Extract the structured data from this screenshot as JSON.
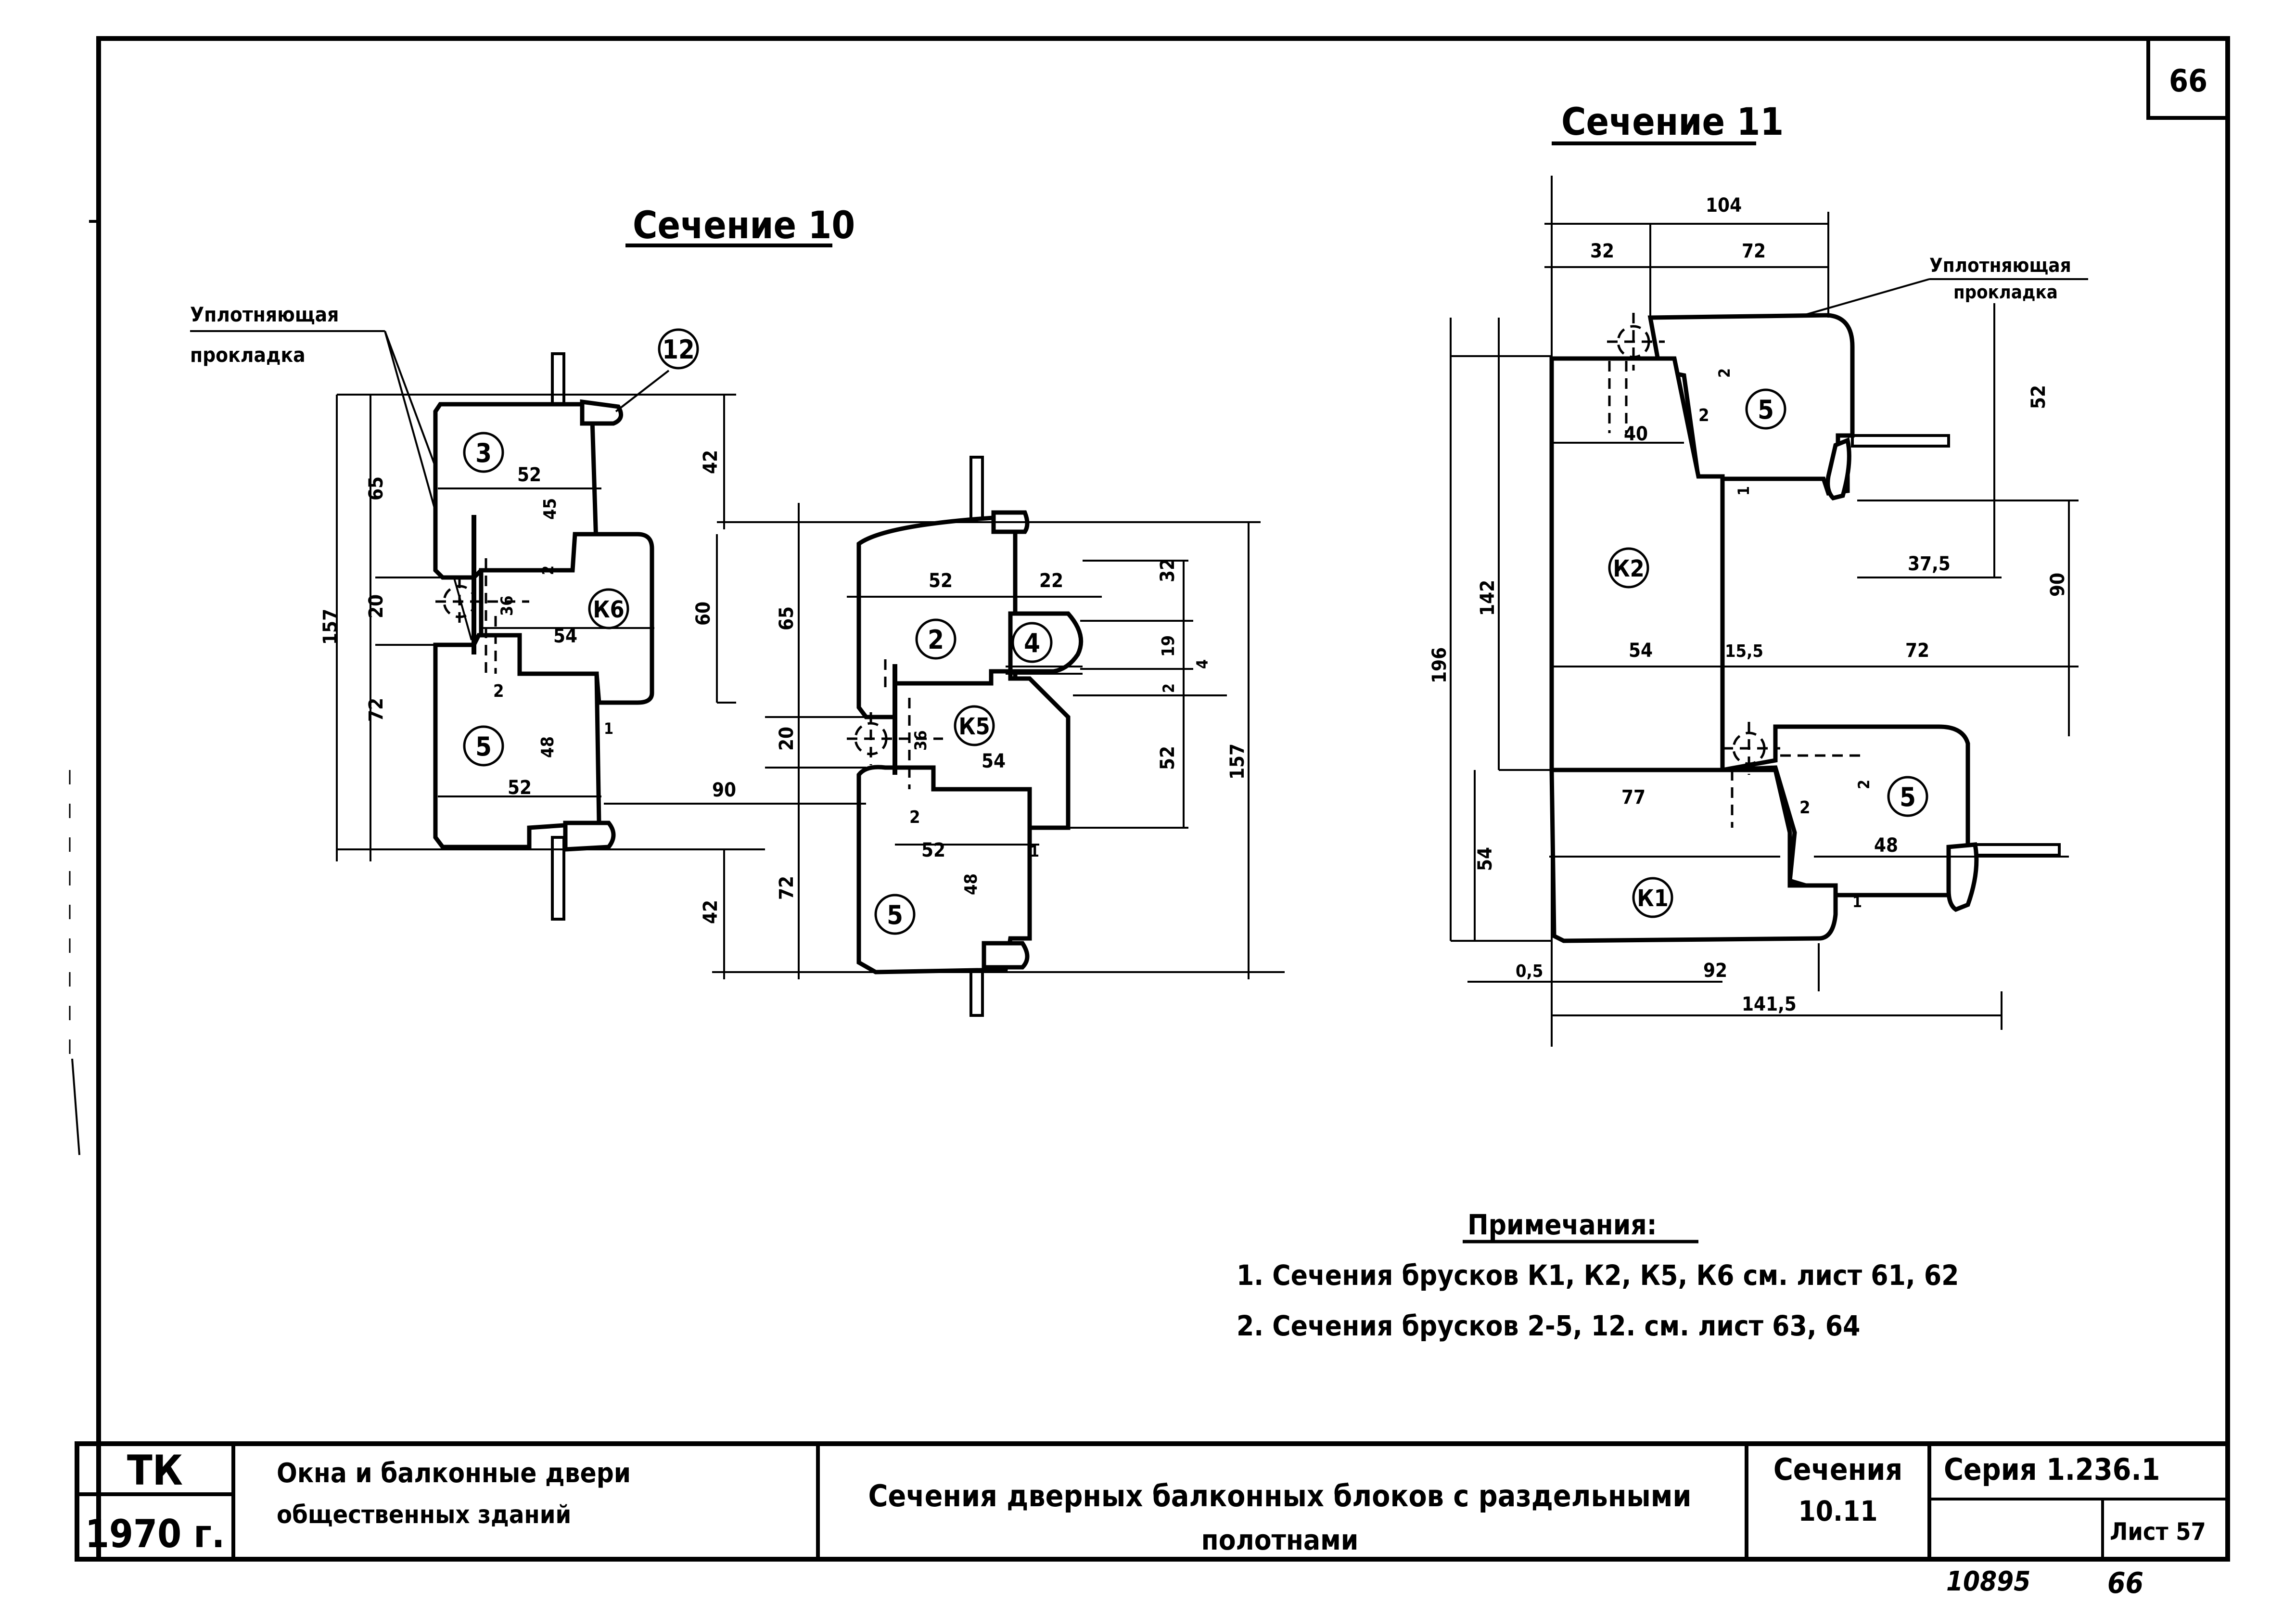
{
  "sheet": {
    "page_number": "66",
    "handwritten_bottom": "10895",
    "handwritten_bottom_right": "66"
  },
  "section10": {
    "title": "Сечение 10",
    "seal_label": [
      "Уплотняющая",
      "прокладка"
    ],
    "parts": [
      "3",
      "К6",
      "5",
      "12",
      "2",
      "4",
      "К5",
      "5"
    ],
    "dims": [
      "65",
      "20",
      "72",
      "157",
      "52",
      "45",
      "36",
      "54",
      "2",
      "2",
      "48",
      "1",
      "52",
      "42",
      "60",
      "90",
      "42",
      "65",
      "20",
      "72",
      "52",
      "22",
      "32",
      "19",
      "4",
      "2",
      "36",
      "54",
      "52",
      "157",
      "2",
      "52",
      "48",
      "1"
    ]
  },
  "section11": {
    "title": "Сечение 11",
    "seal_label": [
      "Уплотняющая",
      "прокладка"
    ],
    "parts": [
      "5",
      "К2",
      "5",
      "К1"
    ],
    "dims": [
      "104",
      "32",
      "72",
      "2",
      "2",
      "40",
      "1",
      "52",
      "142",
      "196",
      "37,5",
      "90",
      "54",
      "15,5",
      "72",
      "2",
      "77",
      "2",
      "48",
      "1",
      "54",
      "0,5",
      "92",
      "141,5"
    ]
  },
  "notes": {
    "title": "Примечания:",
    "items": [
      "1. Сечения брусков К1, К2, К5, К6 см. лист 61, 62",
      "2. Сечения брусков 2-5, 12. см. лист 63, 64"
    ]
  },
  "title_block": {
    "org": "ТК",
    "year": "1970 г.",
    "project_line1": "Окна и балконные двери",
    "project_line2": "общественных зданий",
    "drawing_title_line1": "Сечения дверных балконных блоков с раздельными",
    "drawing_title_line2": "полотнами",
    "sections_label": "Сечения",
    "sections_value": "10.11",
    "series": "Серия 1.236.1",
    "sheet": "Лист 57"
  }
}
